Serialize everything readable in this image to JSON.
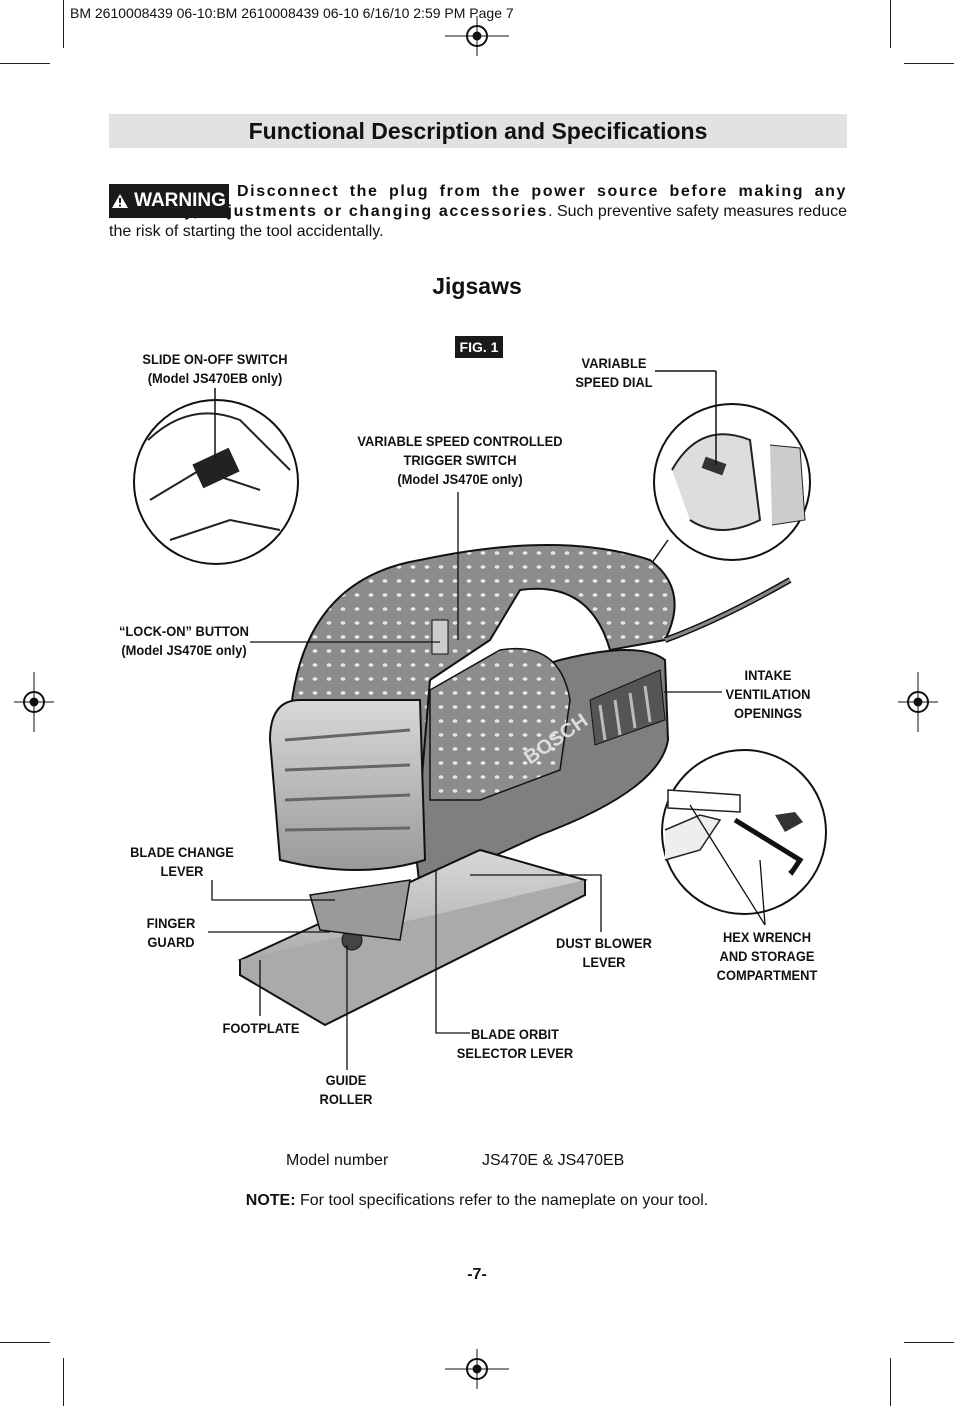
{
  "print_header": "BM 2610008439 06-10:BM 2610008439 06-10  6/16/10  2:59 PM  Page 7",
  "section_title": "Functional Description and Specifications",
  "warning": {
    "badge": "WARNING",
    "bold_text": "Disconnect the plug from the power source before making any assembly, adjustments or changing accessories",
    "rest_text": ". Such preventive safety measures reduce the risk of starting the tool accidentally."
  },
  "subsection_title": "Jigsaws",
  "figure": {
    "tag": "FIG. 1",
    "labels": {
      "slide_switch": "SLIDE ON-OFF SWITCH\n(Model JS470EB only)",
      "variable_speed_dial": "VARIABLE\nSPEED DIAL",
      "trigger_switch": "VARIABLE SPEED CONTROLLED\nTRIGGER SWITCH\n(Model JS470E only)",
      "lock_on_button": "“LOCK-ON” BUTTON\n(Model JS470E only)",
      "intake_ventilation": "INTAKE\nVENTILATION\nOPENINGS",
      "blade_change_lever": "BLADE CHANGE\nLEVER",
      "finger_guard": "FINGER\nGUARD",
      "dust_blower_lever": "DUST BLOWER\nLEVER",
      "hex_wrench": "HEX WRENCH\nAND STORAGE\nCOMPARTMENT",
      "footplate": "FOOTPLATE",
      "blade_orbit_selector": "BLADE ORBIT\nSELECTOR LEVER",
      "guide_roller": "GUIDE\nROLLER",
      "brand": "BOSCH"
    }
  },
  "specs": {
    "model_label": "Model number",
    "model_value": "JS470E & JS470EB"
  },
  "note": {
    "label": "NOTE:",
    "text": " For tool specifications refer to the nameplate on your tool."
  },
  "page_number": "-7-"
}
